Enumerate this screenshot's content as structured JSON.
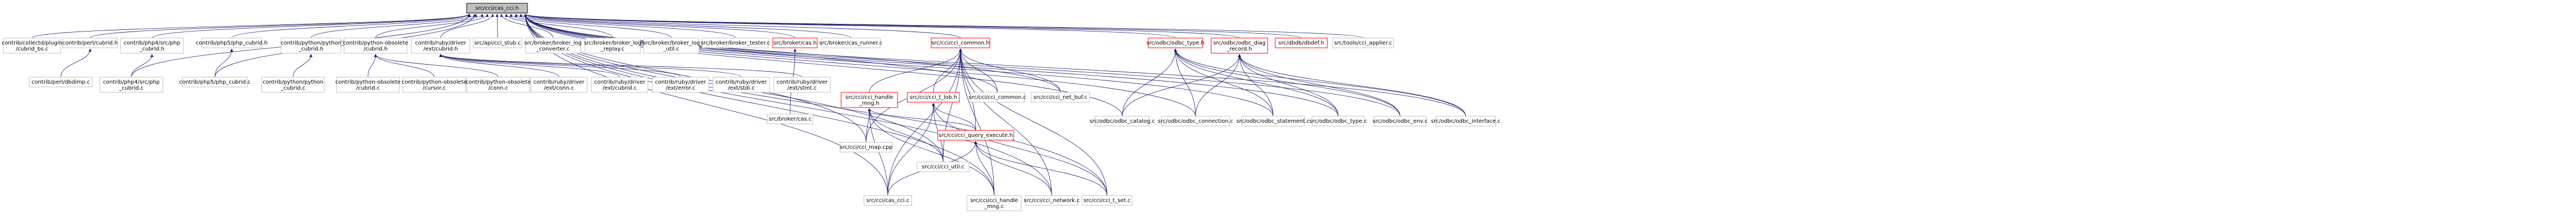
{
  "nodes": [
    {
      "id": "root",
      "label": [
        "src/cci/cas_cci.h"
      ],
      "root": true
    },
    {
      "id": "n1",
      "label": [
        "contrib/collectd/plugin",
        "/cubrid_bs.c"
      ]
    },
    {
      "id": "n2",
      "label": [
        "contrib/perl/cubrid.h"
      ]
    },
    {
      "id": "n3",
      "label": [
        "contrib/php4/src/php",
        "_cubrid.h"
      ]
    },
    {
      "id": "n4",
      "label": [
        "contrib/php5/php_cubrid.h"
      ]
    },
    {
      "id": "n5",
      "label": [
        "contrib/python/python",
        "_cubrid.h"
      ]
    },
    {
      "id": "n6",
      "label": [
        "contrib/python-obsolete",
        "/cubrid.h"
      ]
    },
    {
      "id": "n7",
      "label": [
        "contrib/ruby/driver",
        "/ext/cubrid.h"
      ]
    },
    {
      "id": "n8",
      "label": [
        "src/api/cci_stub.c"
      ]
    },
    {
      "id": "n9",
      "label": [
        "src/broker/broker_log",
        "_converter.c"
      ]
    },
    {
      "id": "n10",
      "label": [
        "src/broker/broker_log",
        "_replay.c"
      ]
    },
    {
      "id": "n11",
      "label": [
        "src/broker/broker_log",
        "_util.c"
      ]
    },
    {
      "id": "n12",
      "label": [
        "src/broker/broker_tester.c"
      ]
    },
    {
      "id": "n13",
      "label": [
        "src/broker/cas.h"
      ],
      "red": true
    },
    {
      "id": "n14",
      "label": [
        "src/broker/cas_runner.c"
      ]
    },
    {
      "id": "n15",
      "label": [
        "src/cci/cci_common.h"
      ],
      "red": true
    },
    {
      "id": "n16",
      "label": [
        "src/odbc/odbc_type.h"
      ],
      "red": true
    },
    {
      "id": "n17",
      "label": [
        "src/odbc/odbc_diag",
        "_record.h"
      ],
      "red": true
    },
    {
      "id": "n18",
      "label": [
        "src/dbdb/dbdef.h"
      ],
      "red": true
    },
    {
      "id": "n19",
      "label": [
        "src/tools/cci_applier.c"
      ]
    },
    {
      "id": "n20",
      "label": [
        "contrib/perl/dbdimp.c"
      ]
    },
    {
      "id": "n21",
      "label": [
        "contrib/php4/src/php",
        "_cubrid.c"
      ]
    },
    {
      "id": "n22",
      "label": [
        "contrib/php5/php_cubrid.c"
      ]
    },
    {
      "id": "n23",
      "label": [
        "contrib/python/python",
        "_cubrid.c"
      ]
    },
    {
      "id": "n24",
      "label": [
        "contrib/python-obsolete",
        "/cubrid.c"
      ]
    },
    {
      "id": "n25",
      "label": [
        "contrib/python-obsolete",
        "/cursor.c"
      ]
    },
    {
      "id": "n26",
      "label": [
        "contrib/python-obsolete",
        "/conn.c"
      ]
    },
    {
      "id": "n27",
      "label": [
        "contrib/ruby/driver",
        "/ext/conn.c"
      ]
    },
    {
      "id": "n28",
      "label": [
        "contrib/ruby/driver",
        "/ext/cubrid.c"
      ]
    },
    {
      "id": "n29",
      "label": [
        "contrib/ruby/driver",
        "/ext/error.c"
      ]
    },
    {
      "id": "n30",
      "label": [
        "contrib/ruby/driver",
        "/ext/stdi.c"
      ]
    },
    {
      "id": "n31",
      "label": [
        "contrib/ruby/driver",
        "/ext/stmt.c"
      ]
    },
    {
      "id": "n32",
      "label": [
        "src/broker/cas.c"
      ]
    },
    {
      "id": "n33",
      "label": [
        "src/cci/cci_handle",
        "_mng.h"
      ],
      "red": true
    },
    {
      "id": "n34",
      "label": [
        "src/cci/cci_t_lob.h"
      ],
      "red": true
    },
    {
      "id": "n35",
      "label": [
        "src/cci/cci_common.c"
      ]
    },
    {
      "id": "n36",
      "label": [
        "src/cci/cci_net_buf.c"
      ]
    },
    {
      "id": "n37",
      "label": [
        "src/cci/cci_query_execute.h"
      ],
      "red": true
    },
    {
      "id": "n38",
      "label": [
        "src/cci/cci_map.cpp"
      ]
    },
    {
      "id": "n39",
      "label": [
        "src/cci/cci_util.c"
      ]
    },
    {
      "id": "n40",
      "label": [
        "src/cci/cas_cci.c"
      ]
    },
    {
      "id": "n41",
      "label": [
        "src/cci/cci_handle",
        "_mng.c"
      ]
    },
    {
      "id": "n42",
      "label": [
        "src/cci/cci_network.c"
      ]
    },
    {
      "id": "n43",
      "label": [
        "src/cci/cci_t_set.c"
      ]
    },
    {
      "id": "n44",
      "label": [
        "src/odbc/odbc_catalog.c"
      ]
    },
    {
      "id": "n45",
      "label": [
        "src/odbc/odbc_connection.c"
      ]
    },
    {
      "id": "n46",
      "label": [
        "src/odbc/odbc_statement.c"
      ]
    },
    {
      "id": "n47",
      "label": [
        "src/odbc/odbc_type.c"
      ]
    },
    {
      "id": "n48",
      "label": [
        "src/odbc/odbc_env.c"
      ]
    },
    {
      "id": "n49",
      "label": [
        "src/odbc/odbc_interface.c"
      ]
    }
  ],
  "edges": [
    [
      "n1",
      "root"
    ],
    [
      "n2",
      "root"
    ],
    [
      "n3",
      "root"
    ],
    [
      "n4",
      "root"
    ],
    [
      "n5",
      "root"
    ],
    [
      "n6",
      "root"
    ],
    [
      "n7",
      "root"
    ],
    [
      "n8",
      "root"
    ],
    [
      "n9",
      "root"
    ],
    [
      "n10",
      "root"
    ],
    [
      "n11",
      "root"
    ],
    [
      "n12",
      "root"
    ],
    [
      "n13",
      "root"
    ],
    [
      "n14",
      "root"
    ],
    [
      "n15",
      "root"
    ],
    [
      "n16",
      "root"
    ],
    [
      "n17",
      "root"
    ],
    [
      "n18",
      "root"
    ],
    [
      "n19",
      "root"
    ],
    [
      "n21",
      "root"
    ],
    [
      "n22",
      "root"
    ],
    [
      "n35",
      "root"
    ],
    [
      "n36",
      "root"
    ],
    [
      "n39",
      "root"
    ],
    [
      "n38",
      "root"
    ],
    [
      "n40",
      "root"
    ],
    [
      "n41",
      "root"
    ],
    [
      "n42",
      "root"
    ],
    [
      "n43",
      "root"
    ],
    [
      "n44",
      "root"
    ],
    [
      "n45",
      "root"
    ],
    [
      "n46",
      "root"
    ],
    [
      "n47",
      "root"
    ],
    [
      "n48",
      "root"
    ],
    [
      "n49",
      "root"
    ],
    [
      "n20",
      "n2"
    ],
    [
      "n21",
      "n3"
    ],
    [
      "n22",
      "n4"
    ],
    [
      "n23",
      "n5"
    ],
    [
      "n24",
      "n6"
    ],
    [
      "n25",
      "n6"
    ],
    [
      "n26",
      "n6"
    ],
    [
      "n27",
      "n7"
    ],
    [
      "n28",
      "n7"
    ],
    [
      "n29",
      "n7"
    ],
    [
      "n30",
      "n7"
    ],
    [
      "n31",
      "n7"
    ],
    [
      "n32",
      "n13"
    ],
    [
      "n33",
      "n15"
    ],
    [
      "n34",
      "n15"
    ],
    [
      "n35",
      "n15"
    ],
    [
      "n36",
      "n15"
    ],
    [
      "n37",
      "n15"
    ],
    [
      "n38",
      "n15"
    ],
    [
      "n39",
      "n15"
    ],
    [
      "n40",
      "n15"
    ],
    [
      "n41",
      "n15"
    ],
    [
      "n42",
      "n15"
    ],
    [
      "n43",
      "n15"
    ],
    [
      "n37",
      "n33"
    ],
    [
      "n38",
      "n33"
    ],
    [
      "n39",
      "n33"
    ],
    [
      "n40",
      "n33"
    ],
    [
      "n41",
      "n33"
    ],
    [
      "n37",
      "n34"
    ],
    [
      "n39",
      "n34"
    ],
    [
      "n40",
      "n34"
    ],
    [
      "n43",
      "n34"
    ],
    [
      "n40",
      "n37"
    ],
    [
      "n41",
      "n37"
    ],
    [
      "n42",
      "n37"
    ],
    [
      "n43",
      "n37"
    ],
    [
      "n44",
      "n16"
    ],
    [
      "n45",
      "n16"
    ],
    [
      "n46",
      "n16"
    ],
    [
      "n47",
      "n16"
    ],
    [
      "n48",
      "n16"
    ],
    [
      "n49",
      "n16"
    ],
    [
      "n44",
      "n17"
    ],
    [
      "n45",
      "n17"
    ],
    [
      "n46",
      "n17"
    ],
    [
      "n47",
      "n17"
    ],
    [
      "n48",
      "n17"
    ],
    [
      "n49",
      "n17"
    ]
  ]
}
